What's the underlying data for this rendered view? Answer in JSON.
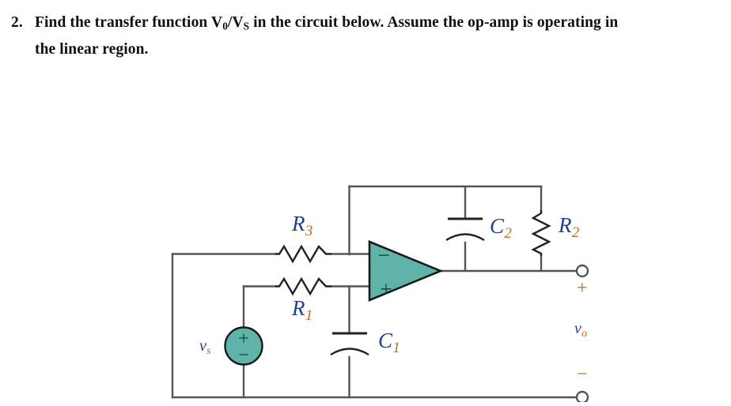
{
  "question": {
    "number": "2.",
    "line1_pre": "Find the transfer function ",
    "var_numerator": "V",
    "var_numerator_sub": "0",
    "slash": "/",
    "var_denominator": "V",
    "var_denominator_sub": "S",
    "line1_post": " in the circuit below.  Assume the op-amp is operating in",
    "line2": "the linear region."
  },
  "circuit": {
    "title": "op-amp circuit with R1 R2 R3 C1 C2 and source Vs",
    "source": {
      "label": "v",
      "label_sub": "s",
      "plus": "+",
      "minus": "−",
      "fill_color": "#5fb3a8"
    },
    "components": [
      {
        "id": "R3",
        "letter": "R",
        "sub": "3",
        "type": "resistor",
        "orientation": "horizontal"
      },
      {
        "id": "R1",
        "letter": "R",
        "sub": "1",
        "type": "resistor",
        "orientation": "horizontal"
      },
      {
        "id": "R2",
        "letter": "R",
        "sub": "2",
        "type": "resistor",
        "orientation": "vertical"
      },
      {
        "id": "C1",
        "letter": "C",
        "sub": "1",
        "type": "capacitor",
        "orientation": "vertical"
      },
      {
        "id": "C2",
        "letter": "C",
        "sub": "2",
        "type": "capacitor",
        "orientation": "vertical"
      }
    ],
    "opamp": {
      "inverting_sign": "−",
      "noninverting_sign": "+",
      "fill_color": "#5fb3a8",
      "stroke_color": "#1a1a1a"
    },
    "output": {
      "label": "v",
      "label_sub": "o",
      "plus": "+",
      "minus": "−"
    },
    "wire_color": "#555555",
    "label_color": "#23408e",
    "subscript_color": "#c2691f"
  }
}
